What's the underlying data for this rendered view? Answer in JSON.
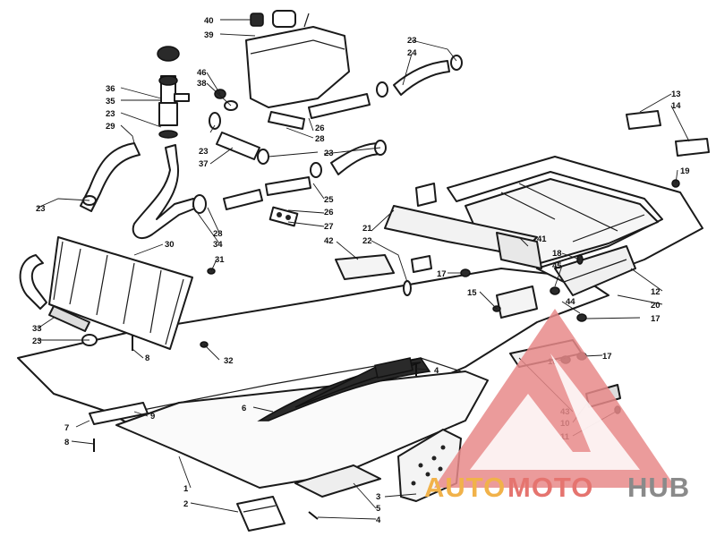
{
  "diagram": {
    "callouts": [
      "1",
      "2",
      "3",
      "4",
      "5",
      "6",
      "7",
      "8",
      "9",
      "10",
      "11",
      "12",
      "13",
      "14",
      "15",
      "16",
      "17",
      "18",
      "19",
      "20",
      "21",
      "22",
      "23",
      "24",
      "25",
      "26",
      "27",
      "28",
      "29",
      "30",
      "31",
      "32",
      "33",
      "34",
      "35",
      "36",
      "37",
      "38",
      "39",
      "40",
      "41",
      "42",
      "43",
      "44",
      "45",
      "46"
    ],
    "labels": {
      "l40": "40",
      "l39": "39",
      "l36": "36",
      "l35": "35",
      "l23a": "23",
      "l29": "29",
      "l46": "46",
      "l38": "38",
      "l23b": "23",
      "l37": "37",
      "l26a": "26",
      "l28a": "28",
      "l23c": "23",
      "l24": "24",
      "l23d": "23",
      "l25": "25",
      "l26b": "26",
      "l27": "27",
      "l13": "13",
      "l14": "14",
      "l19": "19",
      "l23e": "23",
      "l28b": "28",
      "l34": "34",
      "l30": "30",
      "l31": "31",
      "l33": "33",
      "l23f": "23",
      "l32": "32",
      "l21": "21",
      "l22": "22",
      "l42": "42",
      "l41": "41",
      "l17a": "17",
      "l15": "15",
      "l18": "18",
      "l45": "45",
      "l44": "44",
      "l12": "12",
      "l20": "20",
      "l17b": "17",
      "l16": "16",
      "l17c": "17",
      "l8a": "8",
      "l4a": "4",
      "l6": "6",
      "l7": "7",
      "l9": "9",
      "l8b": "8",
      "l43": "43",
      "l10": "10",
      "l11": "11",
      "l1": "1",
      "l2": "2",
      "l3": "3",
      "l5": "5",
      "l4b": "4"
    }
  },
  "watermark": {
    "word1": "AUTO",
    "word2": "MOTO",
    "word3": "HUB",
    "color1": "#f1b24a",
    "color2": "#e5746f",
    "color3": "#8a8a8a",
    "triangle_color": "#e88a8a"
  }
}
